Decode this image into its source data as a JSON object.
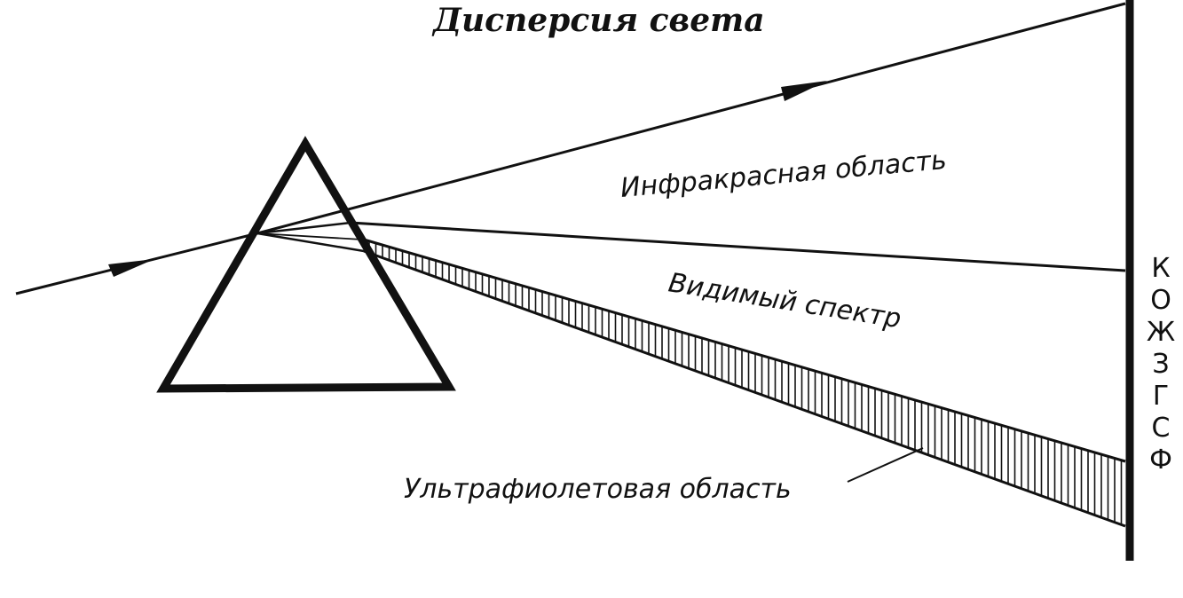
{
  "title": "Дисперсия света",
  "regions": {
    "infrared": "Инфракрасная область",
    "visible": "Видимый спектр",
    "ultraviolet": "Ультрафиолетовая область"
  },
  "screen_colors": [
    "К",
    "О",
    "Ж",
    "З",
    "Г",
    "С",
    "Ф"
  ],
  "colors": {
    "ink": "#111111",
    "background": "#ffffff"
  }
}
